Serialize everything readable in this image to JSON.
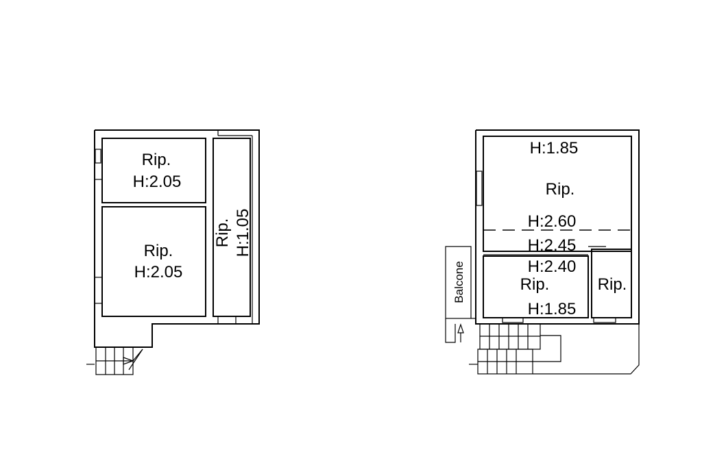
{
  "left_plan": {
    "room_top": {
      "name": "Rip.",
      "height": "H:2.05"
    },
    "room_bottom": {
      "name": "Rip.",
      "height": "H:2.05"
    },
    "room_side": {
      "name": "Rip.",
      "height": "H:1.05"
    }
  },
  "right_plan": {
    "main_top_height": "H:1.85",
    "main_name": "Rip.",
    "main_lower_height": "H:2.60",
    "band_height": "H:2.45",
    "lower_left_top_height": "H:2.40",
    "lower_left_name": "Rip.",
    "lower_left_bottom_height": "H:1.85",
    "lower_right_name": "Rip.",
    "balcony": "Balcone"
  }
}
